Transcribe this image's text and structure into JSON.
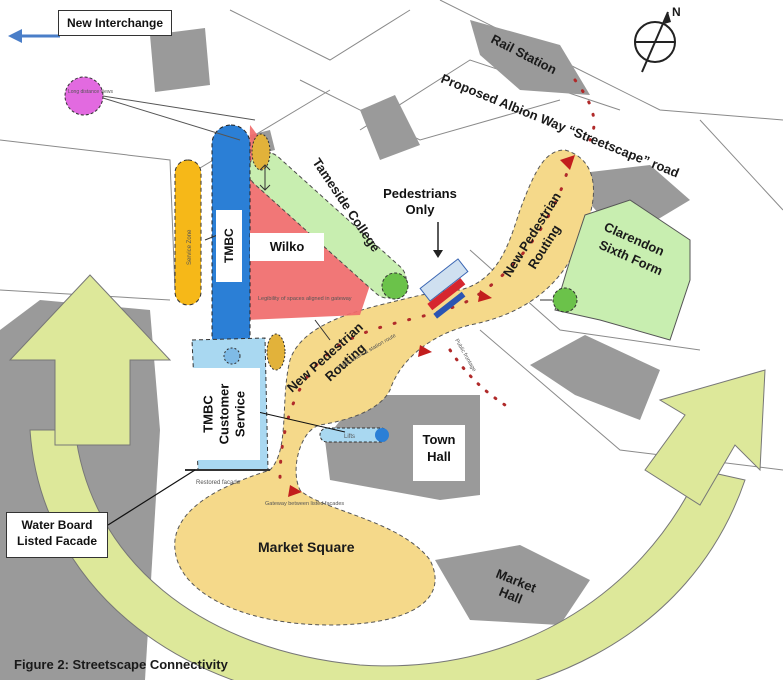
{
  "map": {
    "labels": {
      "new_interchange": "New Interchange",
      "rail_station": "Rail Station",
      "proposed_road": "Proposed Albion Way “Streetscape” road",
      "pedestrians_only_line1": "Pedestrians",
      "pedestrians_only_line2": "Only",
      "tameside_college": "Tameside College",
      "clarendon_line1": "Clarendon",
      "clarendon_line2": "Sixth Form",
      "tmbc": "TMBC",
      "wilko": "Wilko",
      "new_ped_routing_lower_1": "New Pedestrian",
      "new_ped_routing_lower_2": "Routing",
      "new_ped_routing_upper_1": "New Pedestrian",
      "new_ped_routing_upper_2": "Routing",
      "tmbc_cs_line1": "TMBC",
      "tmbc_cs_line2": "Customer",
      "tmbc_cs_line3": "Service",
      "town_hall_line1": "Town",
      "town_hall_line2": "Hall",
      "water_board_line1": "Water Board",
      "water_board_line2": "Listed Facade",
      "market_square": "Market Square",
      "market_hall_line1": "Market",
      "market_hall_line2": "Hall",
      "north": "N"
    },
    "small_notes": {
      "long_distance_views": "Long distance views",
      "service_zone": "Service Zone",
      "legibility": "Legibility of spaces aligned in gateway",
      "public_realm": "Public realm & station route",
      "lifts": "Lifts",
      "restored_facade": "Restored facade",
      "gateway_between": "Gateway between listed facades",
      "public_frontage": "Public frontage"
    },
    "colors": {
      "background": "#ffffff",
      "buildings": "#9a9a9a",
      "pedestrian_route": "#f5d98a",
      "green_space": "#c8eeb0",
      "wilko": "#f06b6b",
      "tmbc": "#2b7fd6",
      "service_zone": "#f6b818",
      "customer_service": "#a9d8f1",
      "arrow_ring": "#dde89a",
      "long_views": "#e26ae0",
      "interchange_arrow": "#4a7ec8",
      "route_dots": "#b02a2a"
    }
  },
  "caption": "Figure 2: Streetscape Connectivity"
}
